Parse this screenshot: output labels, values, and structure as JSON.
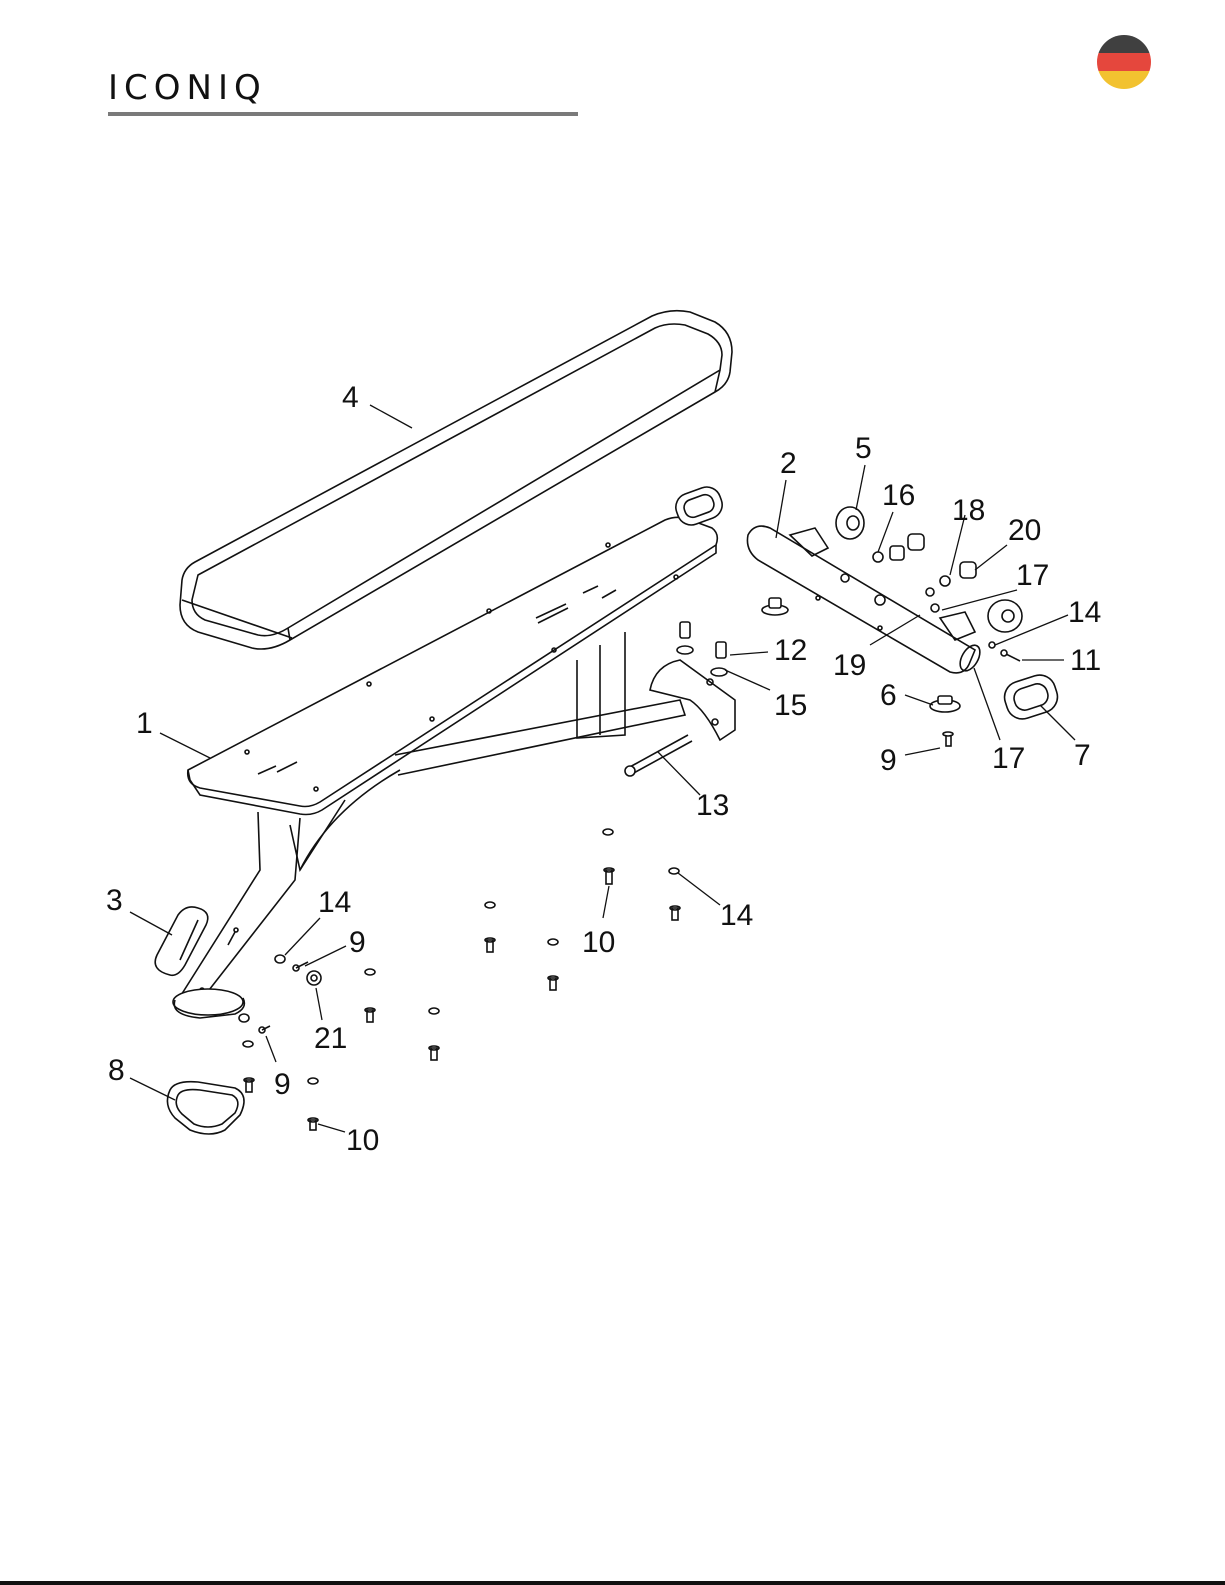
{
  "brand": {
    "name": "ICONIQ"
  },
  "flag": {
    "name": "german-flag",
    "colors": [
      "#404040",
      "#e5473d",
      "#f2c230"
    ]
  },
  "parts": [
    {
      "label": "1"
    },
    {
      "label": "2"
    },
    {
      "label": "3"
    },
    {
      "label": "4"
    },
    {
      "label": "5"
    },
    {
      "label": "16"
    },
    {
      "label": "18"
    },
    {
      "label": "20"
    },
    {
      "label": "17"
    },
    {
      "label": "14"
    },
    {
      "label": "12"
    },
    {
      "label": "11"
    },
    {
      "label": "19"
    },
    {
      "label": "15"
    },
    {
      "label": "6"
    },
    {
      "label": "7"
    },
    {
      "label": "9"
    },
    {
      "label": "17"
    },
    {
      "label": "13"
    },
    {
      "label": "14"
    },
    {
      "label": "9"
    },
    {
      "label": "10"
    },
    {
      "label": "14"
    },
    {
      "label": "21"
    },
    {
      "label": "9"
    },
    {
      "label": "8"
    },
    {
      "label": "10"
    }
  ]
}
